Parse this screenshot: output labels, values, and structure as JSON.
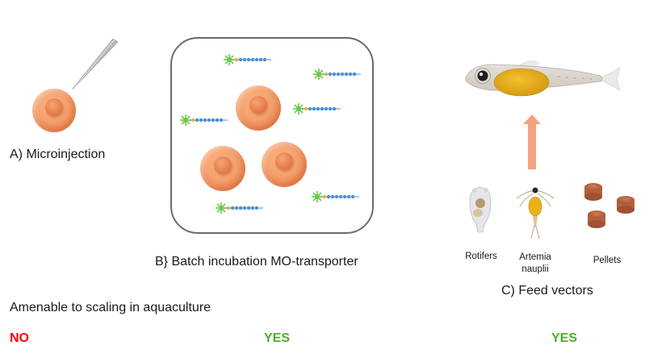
{
  "panels": {
    "a": {
      "label": "A) Microinjection",
      "icons": [
        "needle-icon",
        "egg-cell-icon"
      ]
    },
    "b": {
      "label": "B} Batch incubation MO-transporter",
      "cell_count": 3,
      "molecule_count": 6,
      "icons": [
        "egg-cell-icon",
        "mo-transporter-molecule-icon"
      ]
    },
    "c": {
      "label": "C) Feed vectors",
      "top_icon": "fish-larva-icon",
      "arrow": "up-arrow-icon",
      "feeds": [
        {
          "label_line1": "Rotifers",
          "label_line2": "",
          "icon": "rotifer-icon"
        },
        {
          "label_line1": "Artemia",
          "label_line2": "nauplii",
          "icon": "artemia-icon"
        },
        {
          "label_line1": "Pellets",
          "label_line2": "",
          "icon": "pellets-icon"
        }
      ]
    }
  },
  "scaling": {
    "question": "Amenable to scaling in aquaculture",
    "answers": [
      {
        "panel": "A",
        "value": "NO",
        "color": "#ff0000"
      },
      {
        "panel": "B",
        "value": "YES",
        "color": "#4caf2e"
      },
      {
        "panel": "C",
        "value": "YES",
        "color": "#4caf2e"
      }
    ]
  },
  "colors": {
    "cell": "#f4a06c",
    "box_border": "#6b6b6b",
    "arrow": "#f4a27f",
    "molecule_star": "#6cc94a",
    "molecule_bead": "#4a90d9",
    "molecule_link": "#f0b030"
  }
}
